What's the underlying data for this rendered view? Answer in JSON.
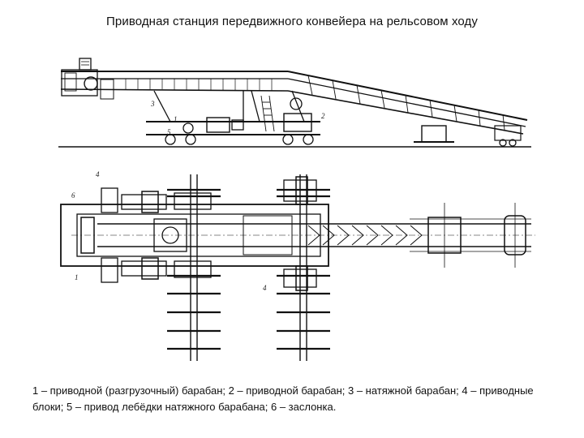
{
  "title": "Приводная станция передвижного конвейера на рельсовом ходу",
  "caption": "1 – приводной (разгрузочный) барабан; 2 – приводной барабан; 3 – натяжной барабан; 4 – приводные блоки; 5 – привод лебёдки натяжного барабана; 6 – заслонка.",
  "callouts": {
    "side_1": "1",
    "side_2": "2",
    "side_3": "3",
    "side_5": "5",
    "plan_1": "1",
    "plan_4a": "4",
    "plan_4b": "4",
    "plan_6": "6"
  }
}
